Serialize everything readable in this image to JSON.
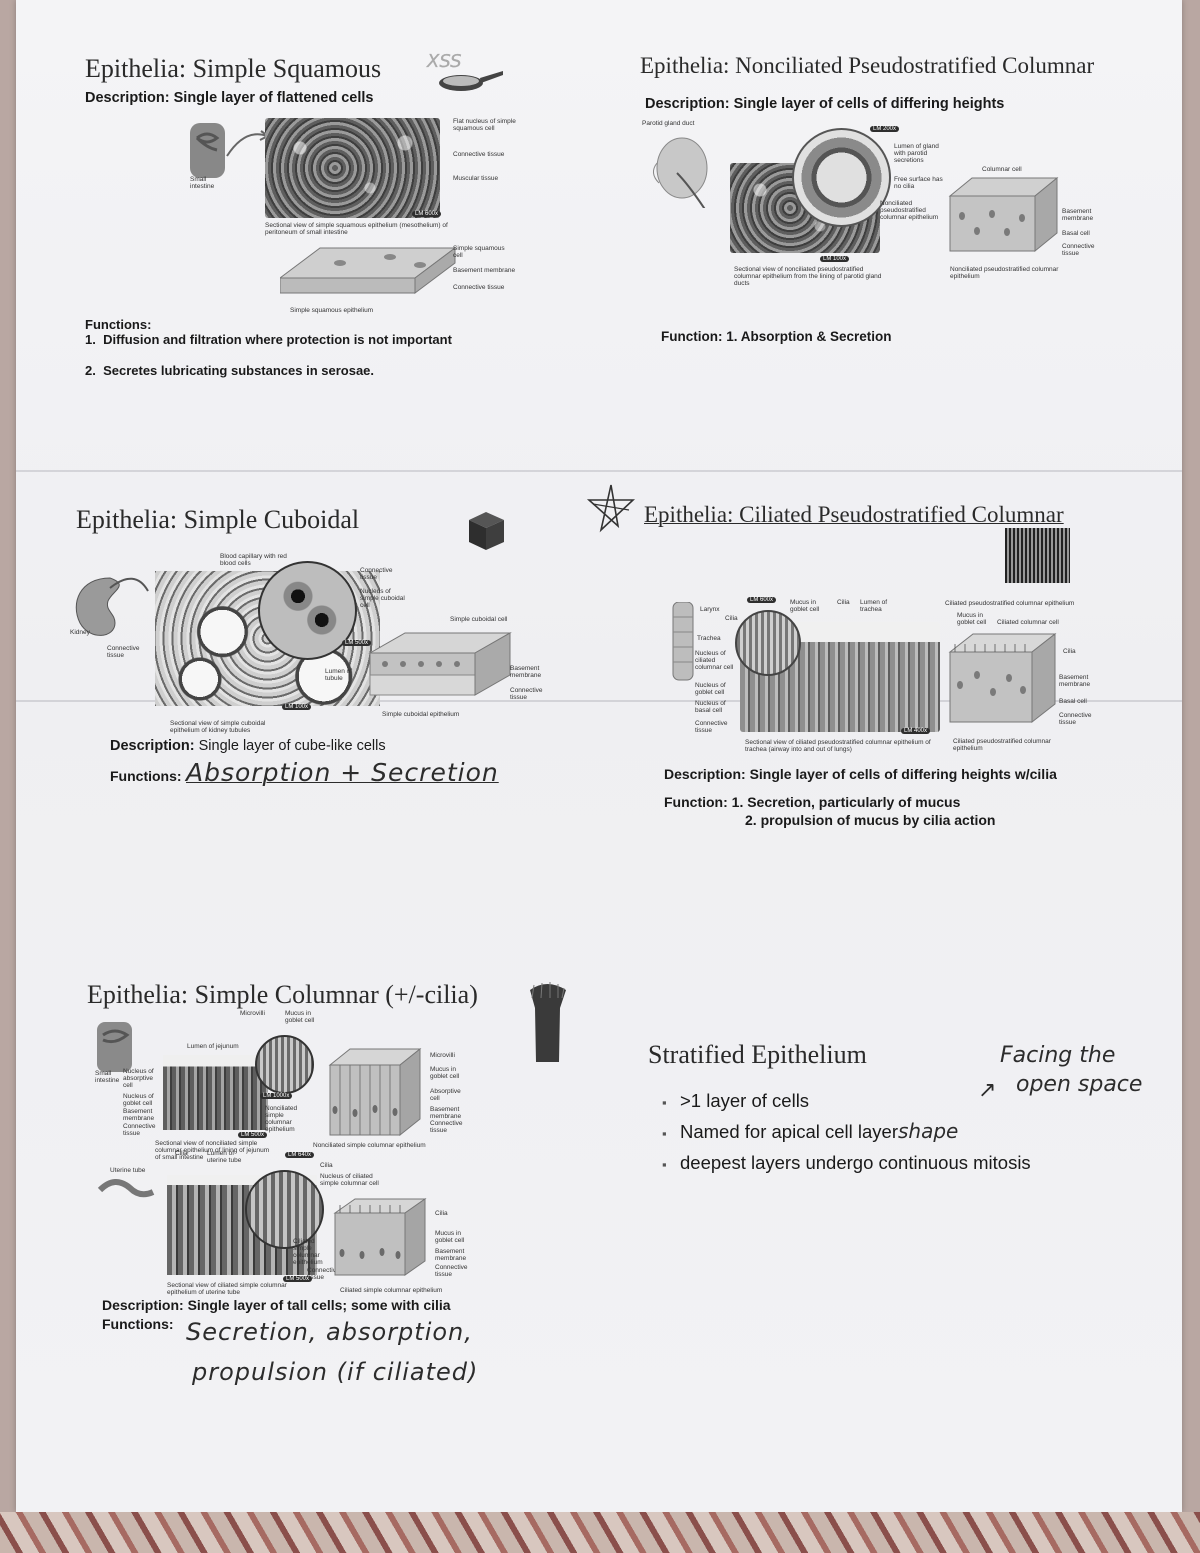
{
  "squamous": {
    "title": "Epithelia: Simple Squamous",
    "description_label": "Description:",
    "description": "Single layer of flattened cells",
    "functions_label": "Functions:",
    "functions": [
      {
        "num": "1.",
        "text": "Diffusion and  filtration where protection is not important"
      },
      {
        "num": "2.",
        "text": "Secretes lubricating substances in serosae."
      }
    ],
    "figure_labels": [
      "Flat nucleus of simple squamous cell",
      "Connective tissue",
      "Muscular tissue",
      "Small intestine",
      "Sectional view of simple squamous epithelium (mesothelium) of peritoneum of small intestine",
      "LM 600x",
      "Simple squamous cell",
      "Basement membrane",
      "Connective tissue",
      "Simple squamous epithelium"
    ]
  },
  "simple_cuboidal": {
    "title": "Epithelia: Simple Cuboidal",
    "description_label": "Description:",
    "description": "Single layer of cube-like cells",
    "functions_label": "Functions:",
    "functions_handwritten": "Absorption + Secretion",
    "figure_labels": [
      "Blood capillary with red blood cells",
      "Connective tissue",
      "Nucleus of simple cuboidal cell",
      "Simple cuboidal cell",
      "Kidney",
      "Connective tissue",
      "LM 500x",
      "Lumen of tubule",
      "Basement membrane",
      "Connective tissue",
      "LM 100x",
      "Sectional view of simple cuboidal epithelium of kidney tubules",
      "Simple cuboidal epithelium"
    ]
  },
  "simple_columnar": {
    "title": "Epithelia: Simple Columnar (+/-cilia)",
    "description_label": "Description:",
    "description": "Single layer of tall cells; some with cilia",
    "functions_label": "Functions:",
    "functions_handwritten_line1": "Secretion, absorption,",
    "functions_handwritten_line2": "propulsion (if ciliated)",
    "figure_labels": [
      "Microvilli",
      "Mucus in goblet cell",
      "Lumen of jejunum",
      "Small intestine",
      "Nucleus of absorptive cell",
      "Nucleus of goblet cell",
      "Basement membrane",
      "Connective tissue",
      "LM 1000x",
      "Nonciliated simple columnar epithelium",
      "LM 500x",
      "Sectional view of nonciliated simple columnar epithelium of lining of jejunum of small intestine",
      "Nonciliated simple columnar epithelium",
      "Microvilli",
      "Mucus in goblet cell",
      "Absorptive cell",
      "Basement membrane",
      "Connective tissue",
      "Uterine tube",
      "Cilia",
      "Lumen of uterine tube",
      "LM 640x",
      "Cilia",
      "Nucleus of ciliated simple columnar cell",
      "Ciliated simple columnar epithelium",
      "Connective tissue",
      "LM 500x",
      "Sectional view of ciliated simple columnar epithelium of uterine tube",
      "Ciliated simple columnar epithelium",
      "Cilia",
      "Mucus in goblet cell",
      "Basement membrane",
      "Connective tissue"
    ]
  },
  "nonciliated_pseudo": {
    "title": "Epithelia: Nonciliated Pseudostratified Columnar",
    "description_label": "Description:",
    "description": "Single layer of cells of differing heights",
    "function_label": "Function:",
    "function": "1. Absorption & Secretion",
    "figure_labels": [
      "Parotid gland duct",
      "LM 200x",
      "Lumen of gland with parotid secretions",
      "Free surface has no cilia",
      "Nonciliated pseudostratified columnar epithelium",
      "Columnar cell",
      "Basement membrane",
      "Basal cell",
      "Connective tissue",
      "LM 100x",
      "Sectional view of nonciliated pseudostratified columnar epithelium from the lining of parotid gland ducts",
      "Nonciliated pseudostratified columnar epithelium"
    ]
  },
  "ciliated_pseudo": {
    "title": "Epithelia: Ciliated Pseudostratified Columnar",
    "description_label": "Description:",
    "description": "Single layer of cells of differing heights w/cilia",
    "function_label": "Function:",
    "function_1": "1. Secretion, particularly of mucus",
    "function_2": "2. propulsion of mucus by cilia action",
    "figure_labels": [
      "Larynx",
      "Cilia",
      "LM 600x",
      "Mucus in goblet cell",
      "Cilia",
      "Lumen of trachea",
      "Ciliated pseudostratified columnar epithelium",
      "Mucus in goblet cell",
      "Ciliated columnar cell",
      "Trachea",
      "Nucleus of ciliated columnar cell",
      "Nucleus of goblet cell",
      "Nucleus of basal cell",
      "Connective tissue",
      "Cilia",
      "Basement membrane",
      "Basal cell",
      "Connective tissue",
      "LM 400x",
      "Sectional view of ciliated pseudostratified columnar epithelium of trachea (airway into and out of lungs)",
      "Ciliated pseudostratified columnar epithelium"
    ]
  },
  "stratified": {
    "title": "Stratified Epithelium",
    "bullets": [
      ">1 layer of cells",
      "Named for apical cell layer",
      "deepest layers undergo continuous mitosis"
    ],
    "handwritten_shape": "shape",
    "handwritten_note_line1": "Facing the",
    "handwritten_note_line2": "open space",
    "handwritten_arrow": "↗"
  },
  "scribble": "XSS"
}
